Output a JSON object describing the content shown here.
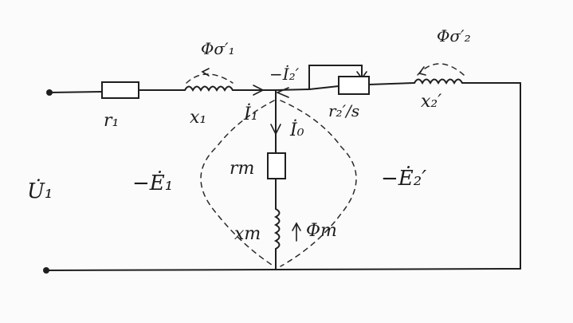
{
  "labels": {
    "r1": "r₁",
    "x1": "x₁",
    "phi_s1": "Φσ′₁",
    "i1": "İ₁",
    "i2": "−İ₂′",
    "r2s": "r₂′/s",
    "phi_s2": "Φσ′₂",
    "x2": "x₂′",
    "i0": "İ₀",
    "rm": "rm",
    "xm": "xm",
    "phim": "Φm",
    "u1": "U̇₁",
    "e1": "−Ė₁",
    "e2": "−Ė₂′"
  }
}
